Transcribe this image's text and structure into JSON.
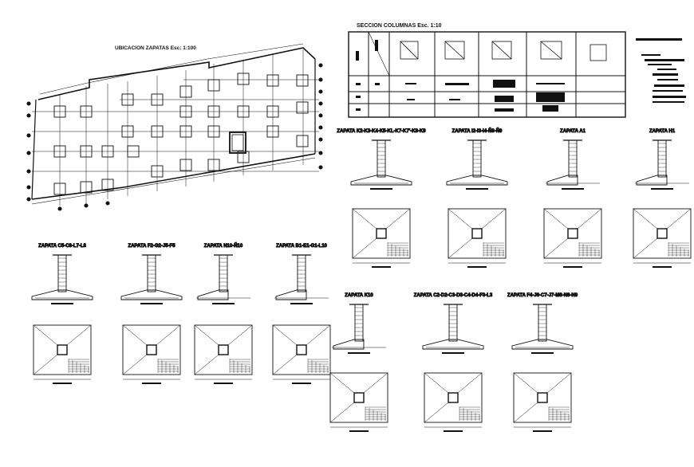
{
  "titles": {
    "plan": "UBICACION ZAPATAS Esc: 1:100",
    "columns": "SECCION COLUMNAS Esc. 1:10"
  },
  "footings_row1": [
    {
      "label": "ZAPATA K2-K3-K4-K5-KL-K7-K7'-K8-K9"
    },
    {
      "label": "ZAPATA I2-I3-I4-Ñ8-Ñ9"
    },
    {
      "label": "ZAPATA A1"
    },
    {
      "label": "ZAPATA H1"
    }
  ],
  "footings_row2": [
    {
      "label": "ZAPATA C5-C8-L7-L8"
    },
    {
      "label": "ZAPATA F2-G2-J5-F5"
    },
    {
      "label": "ZAPATA N10-Ñ10"
    },
    {
      "label": "ZAPATA B1-E1-G1-L10"
    }
  ],
  "footings_row3": [
    {
      "label": "ZAPATA K10"
    },
    {
      "label": "ZAPATA C2-D2-C3-D3-C4-D4-F3-L3"
    },
    {
      "label": "ZAPATA F4-J6-C7-J7-M8-N8-N9"
    }
  ],
  "style": {
    "line": "#111111",
    "background": "#ffffff"
  }
}
